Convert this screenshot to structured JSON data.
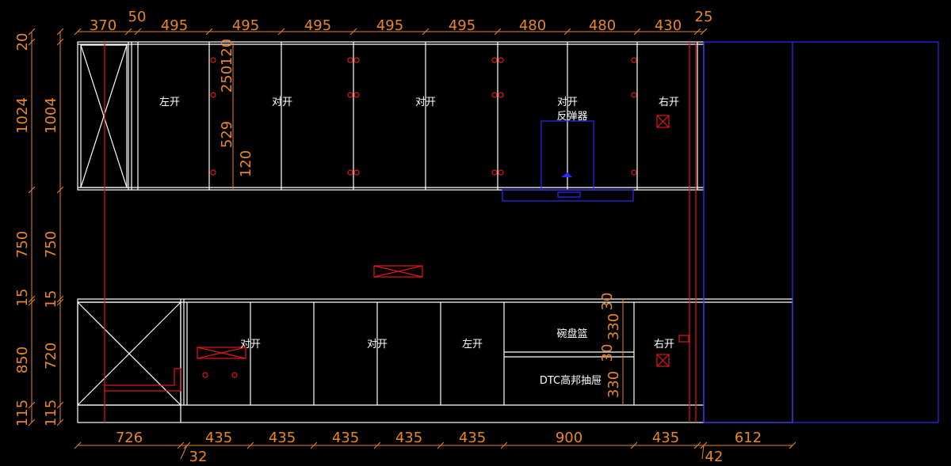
{
  "top_dims": [
    "370",
    "50",
    "495",
    "495",
    "495",
    "495",
    "495",
    "480",
    "480",
    "430",
    "25"
  ],
  "bottom_dims": [
    "726",
    "435",
    "435",
    "435",
    "435",
    "435",
    "900",
    "435",
    "612"
  ],
  "bottom_small_dims": [
    "32",
    "42"
  ],
  "left_outer_dims": [
    "20",
    "1024",
    "750",
    "15",
    "850",
    "115"
  ],
  "left_inner_dims": [
    "1004",
    "750",
    "720"
  ],
  "upper_inner_dims": [
    "120",
    "250",
    "529",
    "120"
  ],
  "lower_inner_dims": [
    "30",
    "330",
    "30",
    "330"
  ],
  "labels": {
    "upper_left_open": "左开",
    "upper_double_1": "对开",
    "upper_double_2": "对开",
    "upper_double_3": "对开",
    "rebound": "反弹器",
    "upper_right_open": "右开",
    "lower_double_1": "对开",
    "lower_double_2": "对开",
    "lower_left_open": "左开",
    "dish_basket": "碗盘篮",
    "drawer": "DTC高邦抽屉",
    "lower_right_open": "右开"
  },
  "colors": {
    "outline": "#ffffff",
    "dimension": "#e8862a",
    "marker": "#e01818",
    "appliance": "#2a2aff",
    "background": "#000000"
  }
}
